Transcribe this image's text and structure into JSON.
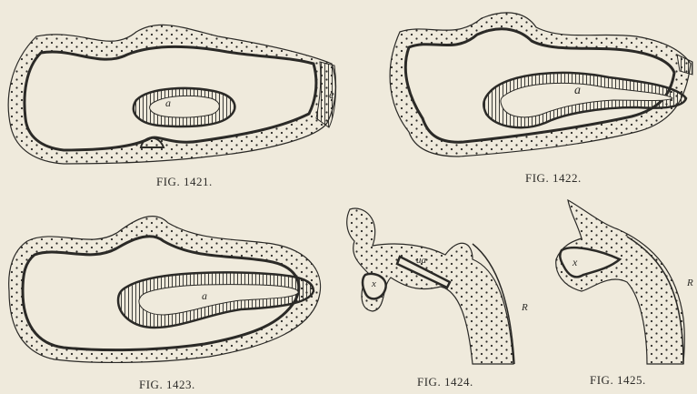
{
  "figures": [
    {
      "id": "1421",
      "caption": "FIG. 1421.",
      "labels": {
        "lumen": "a",
        "epithelium": "e"
      }
    },
    {
      "id": "1422",
      "caption": "FIG. 1422.",
      "labels": {
        "lumen": "a"
      }
    },
    {
      "id": "1423",
      "caption": "FIG. 1423.",
      "labels": {
        "lumen": "a"
      }
    },
    {
      "id": "1424",
      "caption": "FIG. 1424.",
      "labels": {
        "cavity": "x",
        "duct": "ua",
        "edge": "R"
      }
    },
    {
      "id": "1425",
      "caption": "FIG. 1425.",
      "labels": {
        "cavity": "x",
        "edge": "R"
      }
    }
  ],
  "colors": {
    "ink": "#2b2a27",
    "paper": "#efeadc"
  }
}
